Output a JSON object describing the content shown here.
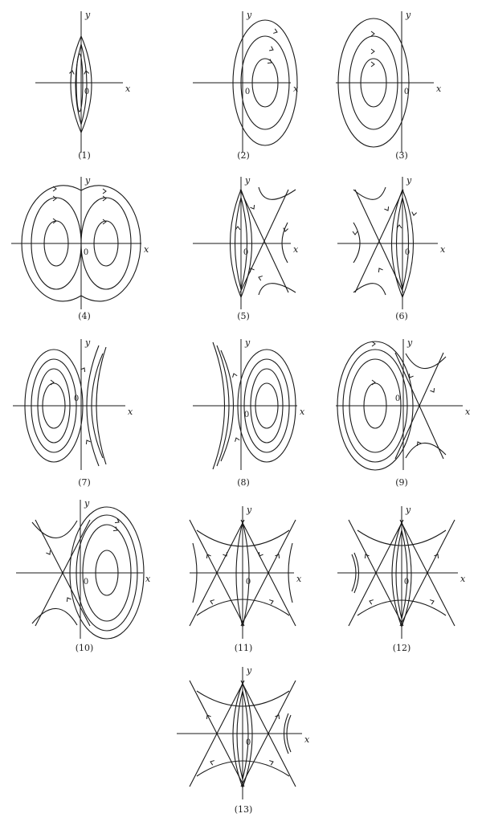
{
  "figure": {
    "axis_x_label": "x",
    "axis_y_label": "y",
    "origin_label": "0",
    "panels": [
      {
        "caption": "(1)",
        "kind": "center-cusps"
      },
      {
        "caption": "(2)",
        "kind": "center-right"
      },
      {
        "caption": "(3)",
        "kind": "center-left"
      },
      {
        "caption": "(4)",
        "kind": "two-centers"
      },
      {
        "caption": "(5)",
        "kind": "cusps-saddle-right"
      },
      {
        "caption": "(6)",
        "kind": "cusps-saddle-left"
      },
      {
        "caption": "(7)",
        "kind": "center-left-open-right"
      },
      {
        "caption": "(8)",
        "kind": "center-right-open-left"
      },
      {
        "caption": "(9)",
        "kind": "center-left-saddle-right"
      },
      {
        "caption": "(10)",
        "kind": "center-right-saddle-left"
      },
      {
        "caption": "(11)",
        "kind": "cusps-two-saddles"
      },
      {
        "caption": "(12)",
        "kind": "cusps-two-saddles-open-left"
      },
      {
        "caption": "(13)",
        "kind": "cusps-two-saddles-open-right"
      }
    ]
  }
}
